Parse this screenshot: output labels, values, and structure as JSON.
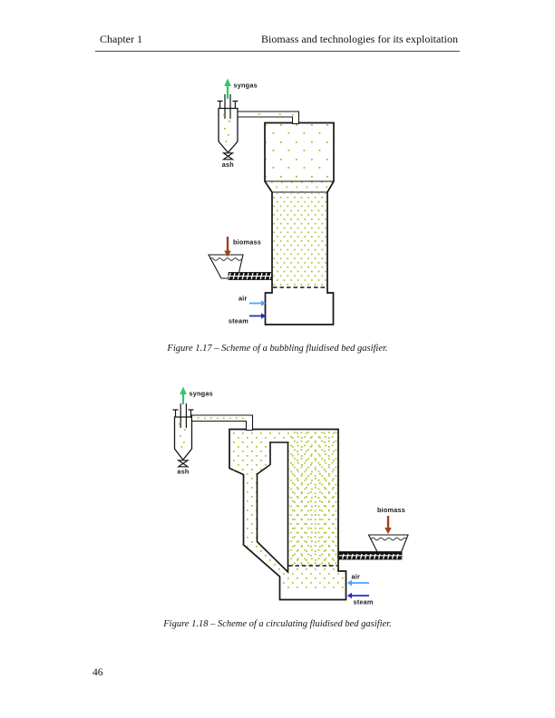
{
  "header": {
    "left": "Chapter 1",
    "right": "Biomass and technologies for its exploitation"
  },
  "page_number": "46",
  "figures": {
    "fig17": {
      "caption": "Figure 1.17 – Scheme of a bubbling fluidised bed gasifier.",
      "labels": {
        "syngas": "syngas",
        "ash": "ash",
        "biomass": "biomass",
        "air": "air",
        "steam": "steam"
      }
    },
    "fig18": {
      "caption": "Figure 1.18 – Scheme of a circulating fluidised bed gasifier.",
      "labels": {
        "syngas": "syngas",
        "ash": "ash",
        "biomass": "biomass",
        "air": "air",
        "steam": "steam"
      }
    }
  },
  "colors": {
    "syngas_arrow": "#2ec96a",
    "biomass_arrow": "#99451f",
    "air_arrow": "#4da3ff",
    "steam_arrow": "#2a2ac8",
    "bed_particles": "#aebf2a",
    "line": "#151515"
  }
}
